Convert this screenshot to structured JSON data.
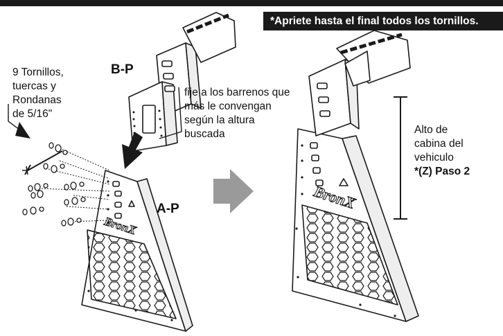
{
  "banner": {
    "text": "*Apriete hasta el final todos los tornillos."
  },
  "labels": {
    "bolts": [
      "9 Tornillos,",
      "tuercas y",
      "Rondanas",
      "de 5/16\""
    ],
    "part_bp": "B-P",
    "part_ap": "A-P",
    "instruction": [
      "fije a los barrenos que",
      "más le convengan",
      "según la altura",
      "buscada"
    ],
    "height": [
      "Alto de",
      "cabina del",
      "vehiculo",
      "*(Z) Paso 2"
    ]
  },
  "logo": {
    "text": "BronX"
  },
  "colors": {
    "ink": "#1a1a1a",
    "arrow_gray": "#9a9a9a",
    "paper": "#ffffff"
  },
  "icons": [
    "down-arrow-icon",
    "right-arrow-icon",
    "bolt-icon"
  ]
}
